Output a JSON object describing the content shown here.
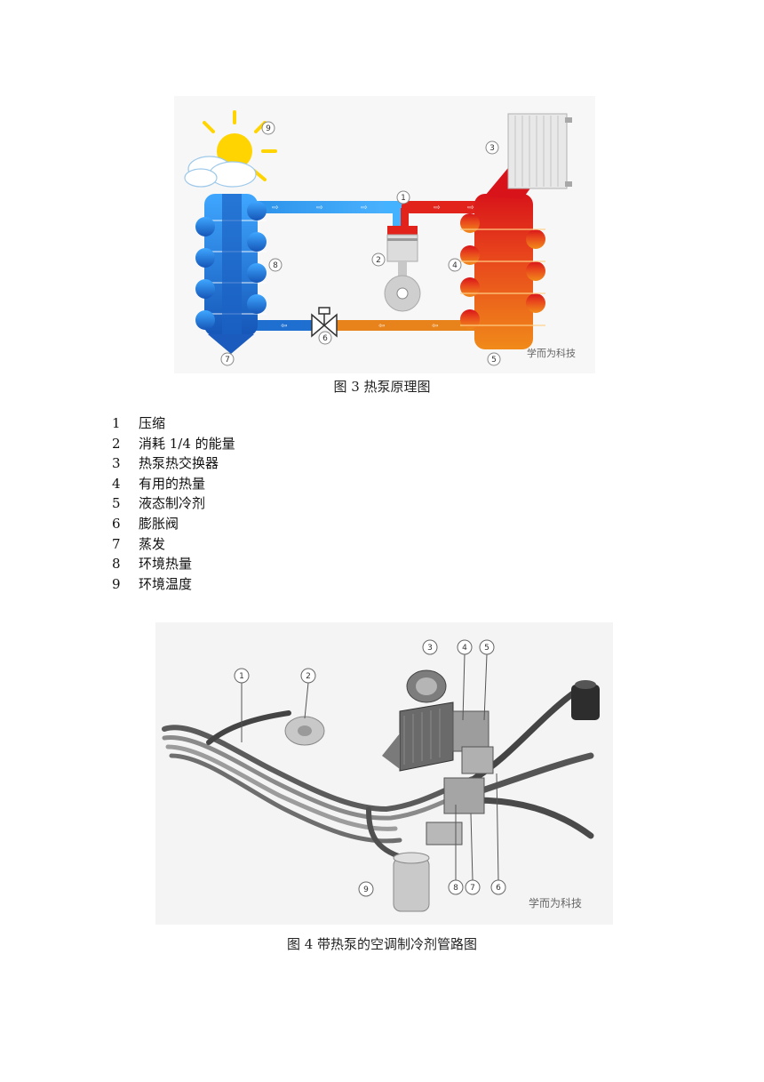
{
  "figure3": {
    "caption": "图 3  热泵原理图",
    "callouts": [
      "1",
      "2",
      "3",
      "4",
      "5",
      "6",
      "7",
      "8",
      "9"
    ],
    "watermark": "学而为科技"
  },
  "legend": [
    {
      "num": "1",
      "text": "压缩"
    },
    {
      "num": "2",
      "text": "消耗 1/4 的能量"
    },
    {
      "num": "3",
      "text": "热泵热交换器"
    },
    {
      "num": "4",
      "text": "有用的热量"
    },
    {
      "num": "5",
      "text": "液态制冷剂"
    },
    {
      "num": "6",
      "text": "膨胀阀"
    },
    {
      "num": "7",
      "text": "蒸发"
    },
    {
      "num": "8",
      "text": "环境热量"
    },
    {
      "num": "9",
      "text": "环境温度"
    }
  ],
  "figure4": {
    "caption": "图 4  带热泵的空调制冷剂管路图",
    "callouts": [
      "1",
      "2",
      "3",
      "4",
      "5",
      "6",
      "7",
      "8",
      "9"
    ],
    "watermark": "学而为科技"
  },
  "colors": {
    "cold": "#1a7fd6",
    "hot": "#e0221c",
    "warm": "#e8821a",
    "sun": "#ffd400"
  }
}
